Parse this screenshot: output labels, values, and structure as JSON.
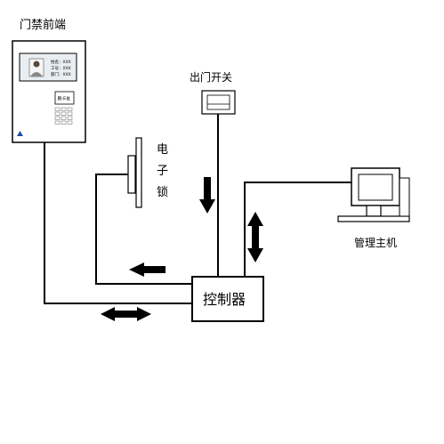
{
  "terminal": {
    "title": "门禁前端",
    "name_line": "姓名：XXX",
    "id_line": "工号：XXX",
    "dept_line": "部门：XXX",
    "card_button": "刷卡处"
  },
  "exit_switch": {
    "label": "出门开关"
  },
  "lock": {
    "label_chars": [
      "电",
      "子",
      "锁"
    ]
  },
  "controller": {
    "label": "控制器"
  },
  "host": {
    "label": "管理主机"
  },
  "colors": {
    "line": "#000000",
    "screen_bg": "#e9eef3",
    "screen_border": "#000000",
    "logo": "#1f4fa0"
  }
}
